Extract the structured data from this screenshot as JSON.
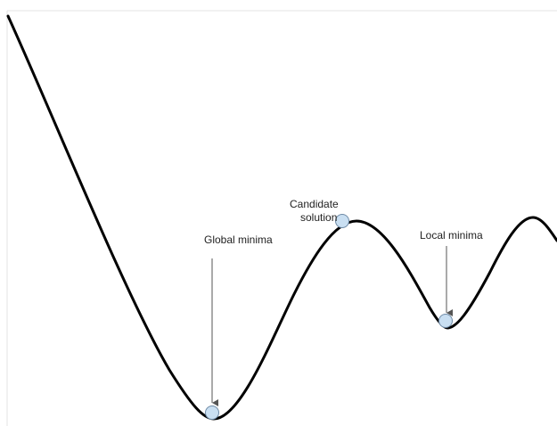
{
  "annotations": {
    "global_minima": "Global minima",
    "candidate_line1": "Candidate",
    "candidate_line2": "solution",
    "local_minima": "Local minima"
  },
  "colors": {
    "curve": "#000000",
    "ball_fill": "#c9dff2",
    "ball_stroke": "#6e8aa6",
    "arrow": "#555555",
    "frame": "#e3e3e3"
  }
}
